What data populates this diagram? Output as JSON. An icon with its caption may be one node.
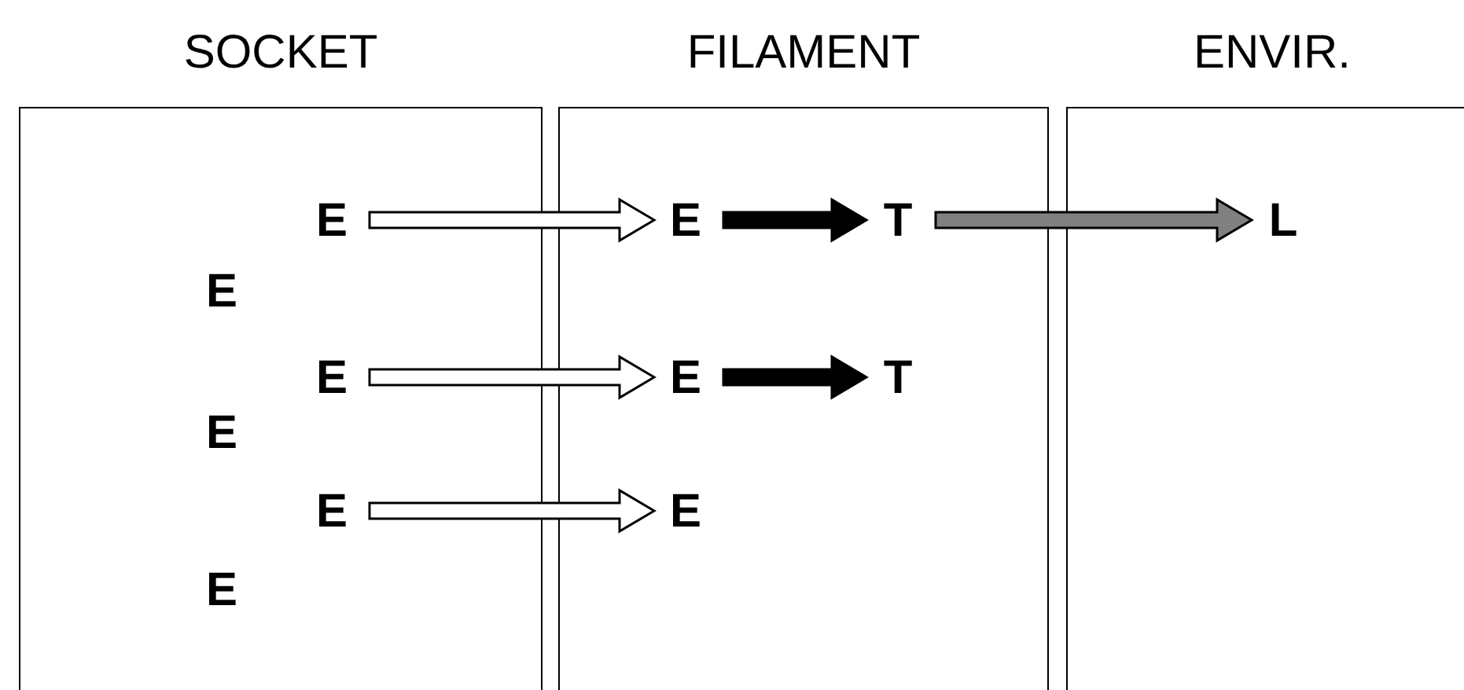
{
  "diagram": {
    "nodes": [
      {
        "text": [
          "SOCKET"
        ]
      },
      {
        "text": [
          "FILAMENT"
        ]
      },
      {
        "text": [
          "ENVIR."
        ]
      },
      {
        "text": [
          "E"
        ],
        "in": 0
      },
      {
        "text": [
          "E"
        ],
        "in": 0
      },
      {
        "text": [
          "E"
        ],
        "in": 0
      },
      {
        "text": [
          "E"
        ],
        "in": 0
      },
      {
        "text": [
          "E"
        ],
        "in": 0
      },
      {
        "text": [
          "E"
        ],
        "in": 0
      },
      {
        "text": [
          "E"
        ],
        "in": 1
      },
      {
        "text": [
          "T"
        ],
        "in": 1
      },
      {
        "text": [
          "E"
        ],
        "in": 1
      },
      {
        "text": [
          "T"
        ],
        "in": 1
      },
      {
        "text": [
          "E"
        ],
        "in": 1
      },
      {
        "text": [
          "L"
        ],
        "in": 2
      }
    ],
    "edges": [
      {
        "from": 3,
        "to": 9,
        "arrow": "to"
      },
      {
        "from": 9,
        "to": 10,
        "arrow": "to",
        "color": "#000000"
      },
      {
        "from": 10,
        "to": 14,
        "arrow": "to",
        "color": "#808080"
      },
      {
        "from": 5,
        "to": 11,
        "arrow": "to"
      },
      {
        "from": 11,
        "to": 12,
        "arrow": "to",
        "color": "#000000"
      },
      {
        "from": 7,
        "to": 13,
        "arrow": "to"
      }
    ]
  }
}
